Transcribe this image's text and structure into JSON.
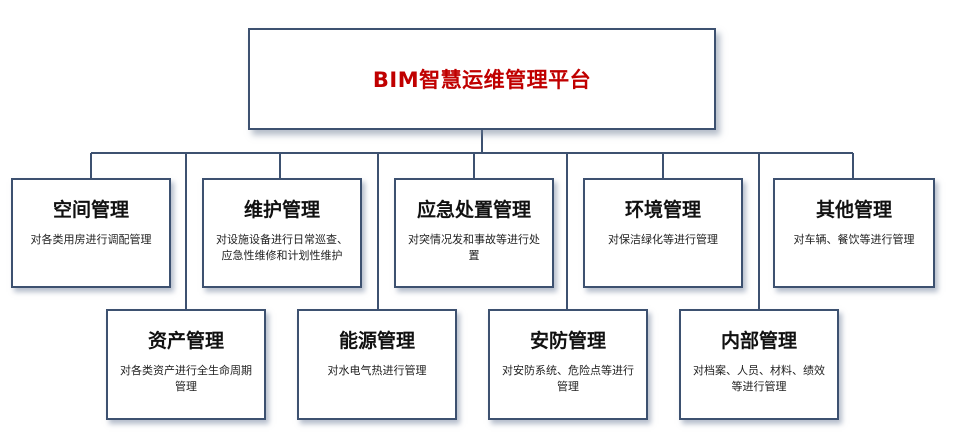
{
  "root": {
    "title": "BIM智慧运维管理平台"
  },
  "colors": {
    "title_red": "#c00000",
    "border": "#3d5170",
    "connector": "#3d5170"
  },
  "nodes": [
    {
      "title": "空间管理",
      "desc": "对各类用房进行调配管理"
    },
    {
      "title": "资产管理",
      "desc": "对各类资产进行全生命周期管理"
    },
    {
      "title": "维护管理",
      "desc": "对设施设备进行日常巡查、应急性维修和计划性维护"
    },
    {
      "title": "能源管理",
      "desc": "对水电气热进行管理"
    },
    {
      "title": "应急处置管理",
      "desc": "对突情况发和事故等进行处置"
    },
    {
      "title": "安防管理",
      "desc": "对安防系统、危险点等进行管理"
    },
    {
      "title": "环境管理",
      "desc": "对保洁绿化等进行管理"
    },
    {
      "title": "内部管理",
      "desc": "对档案、人员、材料、绩效等进行管理"
    },
    {
      "title": "其他管理",
      "desc": "对车辆、餐饮等进行管理"
    }
  ]
}
